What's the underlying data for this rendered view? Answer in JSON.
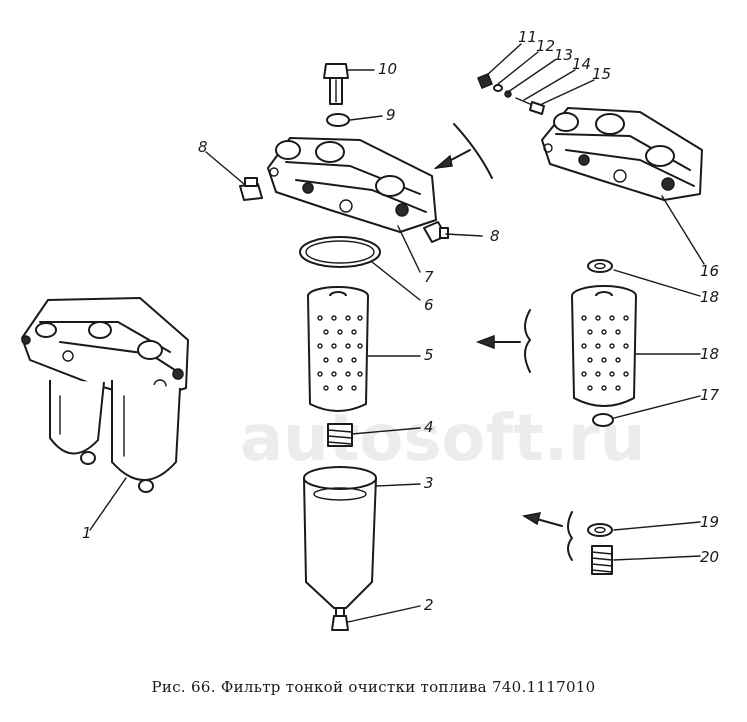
{
  "caption": "Рис. 66. Фильтр тонкой очистки топлива 740.1117010",
  "watermark": "autosoft.ru",
  "callouts": {
    "c1": "1",
    "c2": "2",
    "c3": "3",
    "c4": "4",
    "c5": "5",
    "c6": "6",
    "c7": "7",
    "c8a": "8",
    "c8b": "8",
    "c9": "9",
    "c10": "10",
    "c11": "11",
    "c12": "12",
    "c13": "13",
    "c14": "14",
    "c15": "15",
    "c16": "16",
    "c17": "17",
    "c18a": "18",
    "c18b": "18",
    "c19": "19",
    "c20": "20"
  }
}
